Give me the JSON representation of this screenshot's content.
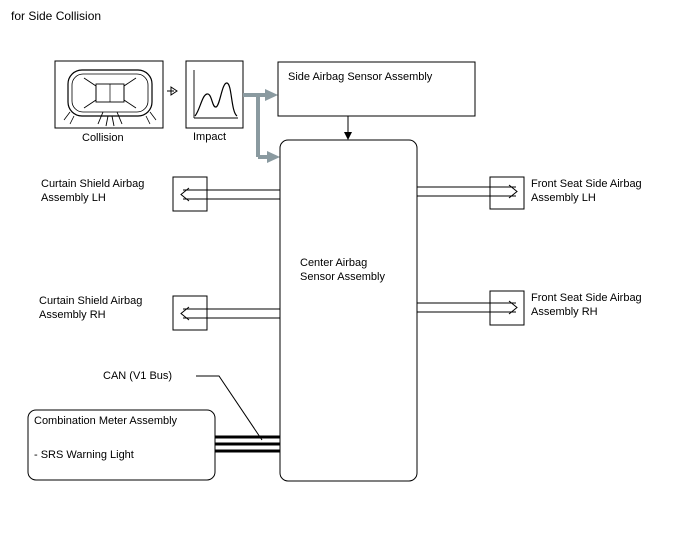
{
  "title": "for Side Collision",
  "collision_label": "Collision",
  "impact_label": "Impact",
  "side_sensor_label": "Side Airbag Sensor Assembly",
  "center_sensor_label": "Center Airbag\nSensor Assembly",
  "curtain_lh_label": "Curtain Shield Airbag\nAssembly LH",
  "curtain_rh_label": "Curtain Shield Airbag\nAssembly RH",
  "front_lh_label": "Front Seat Side Airbag\nAssembly LH",
  "front_rh_label": "Front Seat Side Airbag\nAssembly RH",
  "can_label": "CAN (V1 Bus)",
  "meter": {
    "title": "Combination Meter Assembly",
    "item": "- SRS Warning Light"
  },
  "colors": {
    "flow_arrow": "#8a9aa0",
    "line": "#000000"
  }
}
